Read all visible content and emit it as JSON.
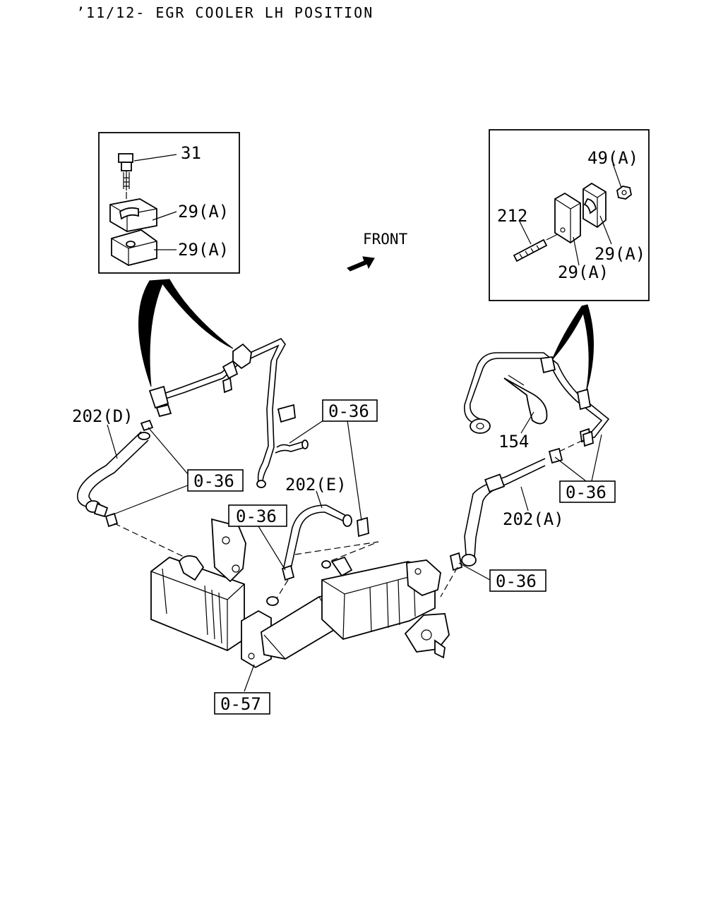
{
  "title": "’11/12- EGR COOLER LH POSITION",
  "front_label": "FRONT",
  "detail_left": {
    "labels": [
      "31",
      "29(A)",
      "29(A)"
    ]
  },
  "detail_right": {
    "labels": [
      "49(A)",
      "212",
      "29(A)",
      "29(A)"
    ]
  },
  "callouts": {
    "hose_d": "202(D)",
    "hose_e": "202(E)",
    "hose_a": "202(A)",
    "tie": "154",
    "ref_036_a": "0-36",
    "ref_036_b": "0-36",
    "ref_036_c": "0-36",
    "ref_036_d": "0-36",
    "ref_036_e": "0-36",
    "ref_057": "0-57"
  }
}
